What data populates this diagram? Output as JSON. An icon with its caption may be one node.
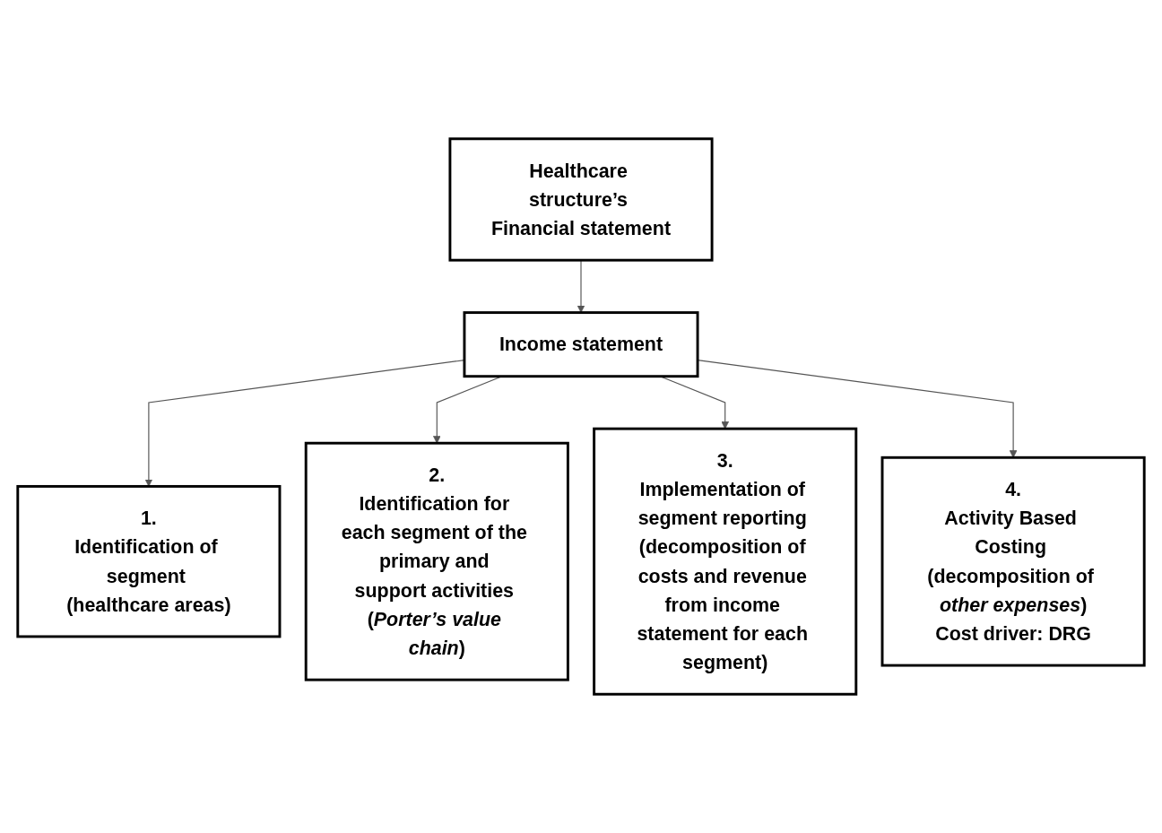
{
  "diagram": {
    "nodes": [
      {
        "text": [
          "Healthcare structure’s Financial statement"
        ]
      },
      {
        "text": [
          "Income statement"
        ]
      },
      {
        "text": [
          "1.",
          "Identification of segment (healthcare areas)"
        ]
      },
      {
        "text": [
          "2.",
          "Identification for each segment of the primary and support activities (*Porter’s value chain*)"
        ]
      },
      {
        "text": [
          "3.",
          "Implementation of segment reporting (decomposition of costs and revenue from income statement for each segment)"
        ]
      },
      {
        "text": [
          "4.",
          "Activity Based Costing (decomposition of *other expenses*)",
          "Cost driver: DRG"
        ]
      }
    ],
    "edges": [
      {
        "from": 0,
        "to": 1,
        "arrow": "to"
      },
      {
        "from": 1,
        "to": 2,
        "arrow": "to"
      },
      {
        "from": 1,
        "to": 3,
        "arrow": "to"
      },
      {
        "from": 1,
        "to": 4,
        "arrow": "to"
      },
      {
        "from": 1,
        "to": 5,
        "arrow": "to"
      }
    ]
  }
}
